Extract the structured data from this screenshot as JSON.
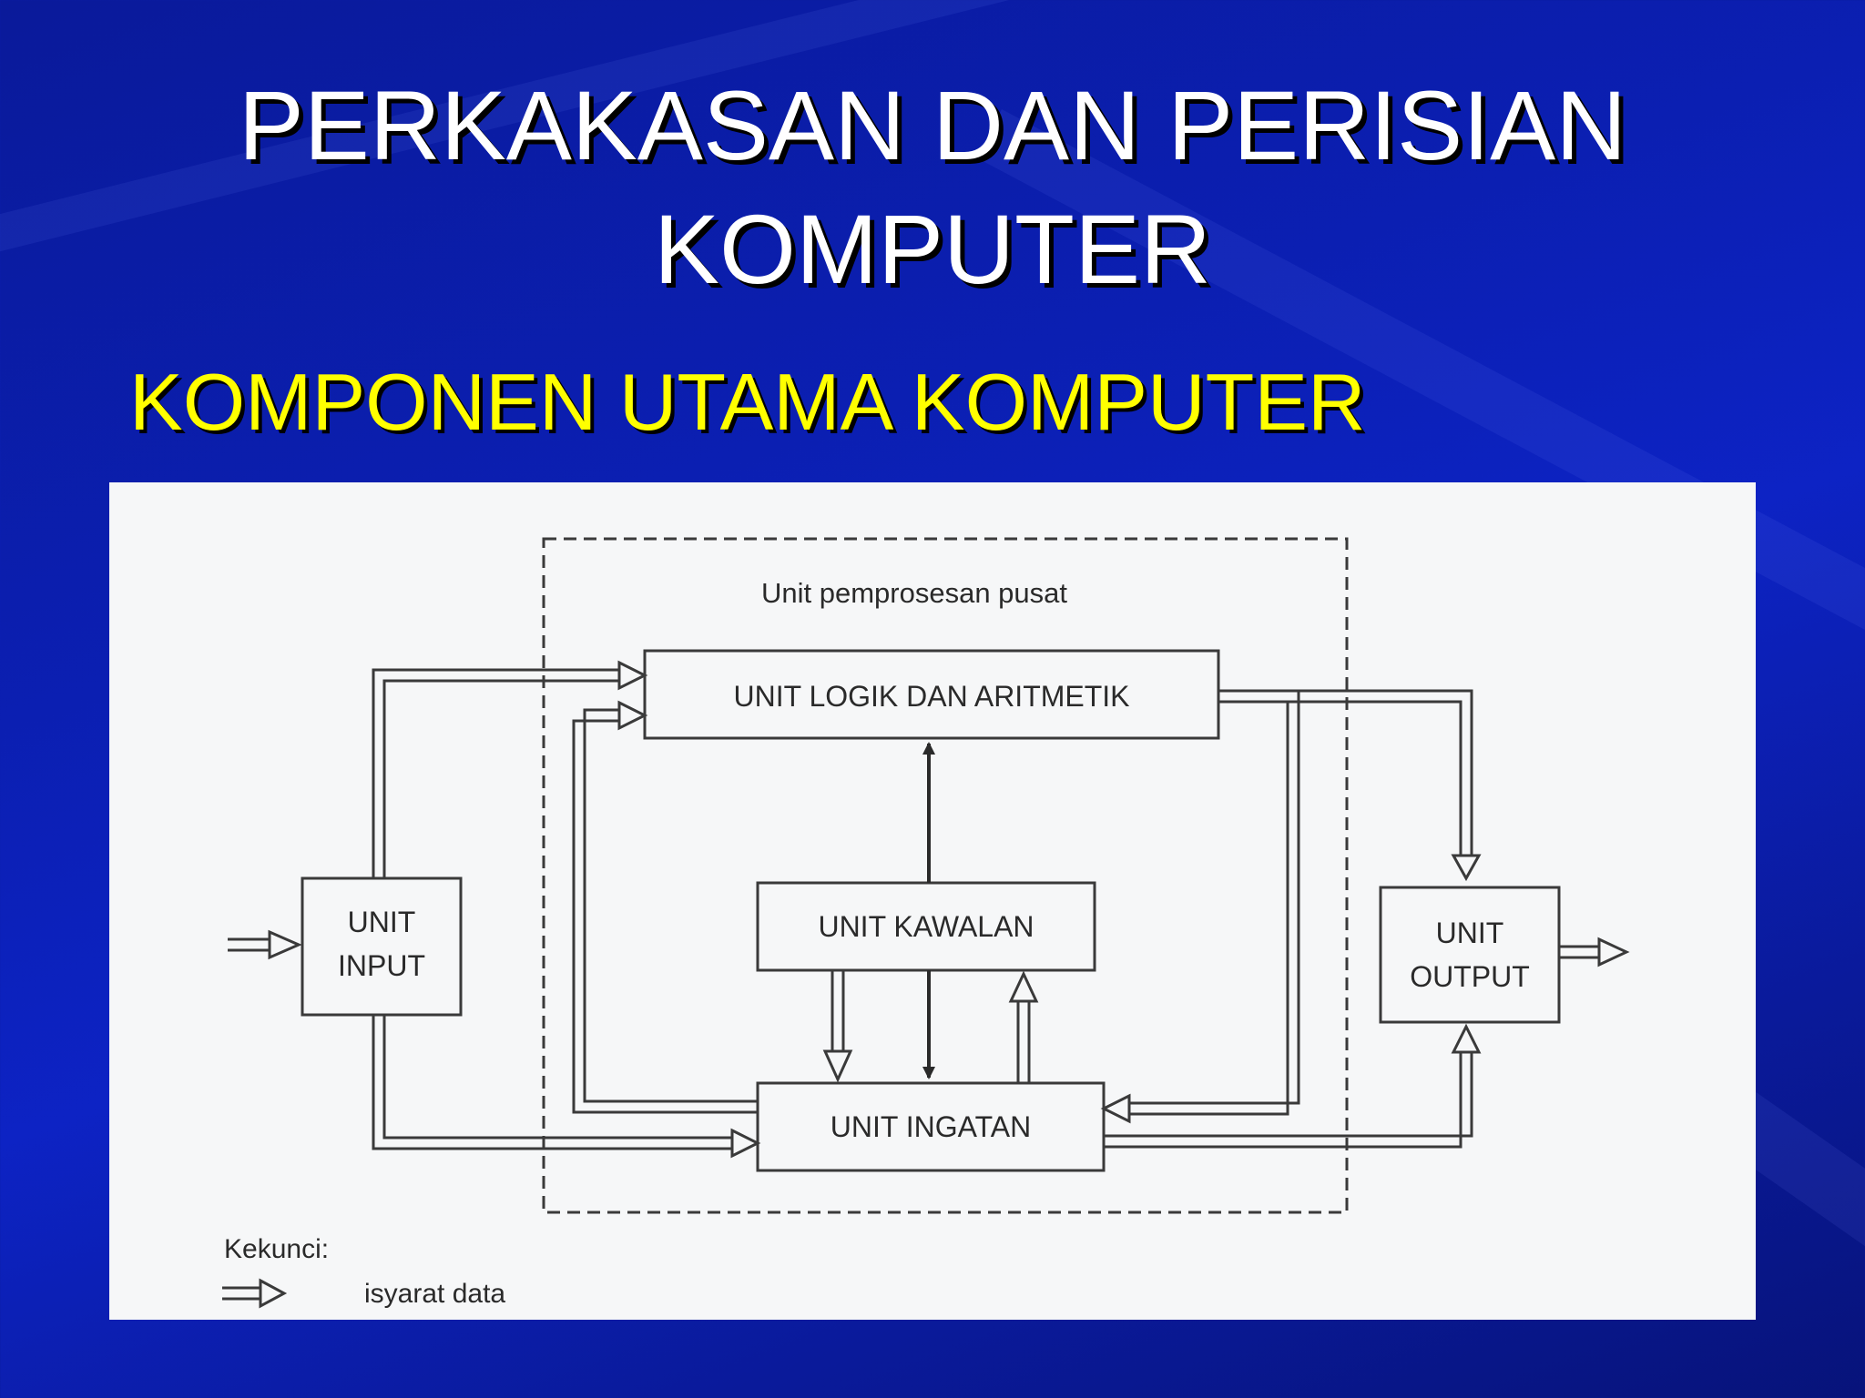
{
  "slide": {
    "title_line1": "PERKAKASAN DAN PERISIAN",
    "title_line2": "KOMPUTER",
    "subtitle": "KOMPONEN UTAMA KOMPUTER",
    "colors": {
      "title": "#ffffff",
      "subtitle": "#ffff00",
      "background": "#0b1fb2"
    }
  },
  "diagram": {
    "cpu_label": "Unit pemprosesan pusat",
    "alu": "UNIT LOGIK DAN ARITMETIK",
    "control": "UNIT KAWALAN",
    "memory": "UNIT INGATAN",
    "input_line1": "UNIT",
    "input_line2": "INPUT",
    "output_line1": "UNIT",
    "output_line2": "OUTPUT",
    "legend_title": "Kekunci:",
    "legend_item": "isyarat data"
  }
}
